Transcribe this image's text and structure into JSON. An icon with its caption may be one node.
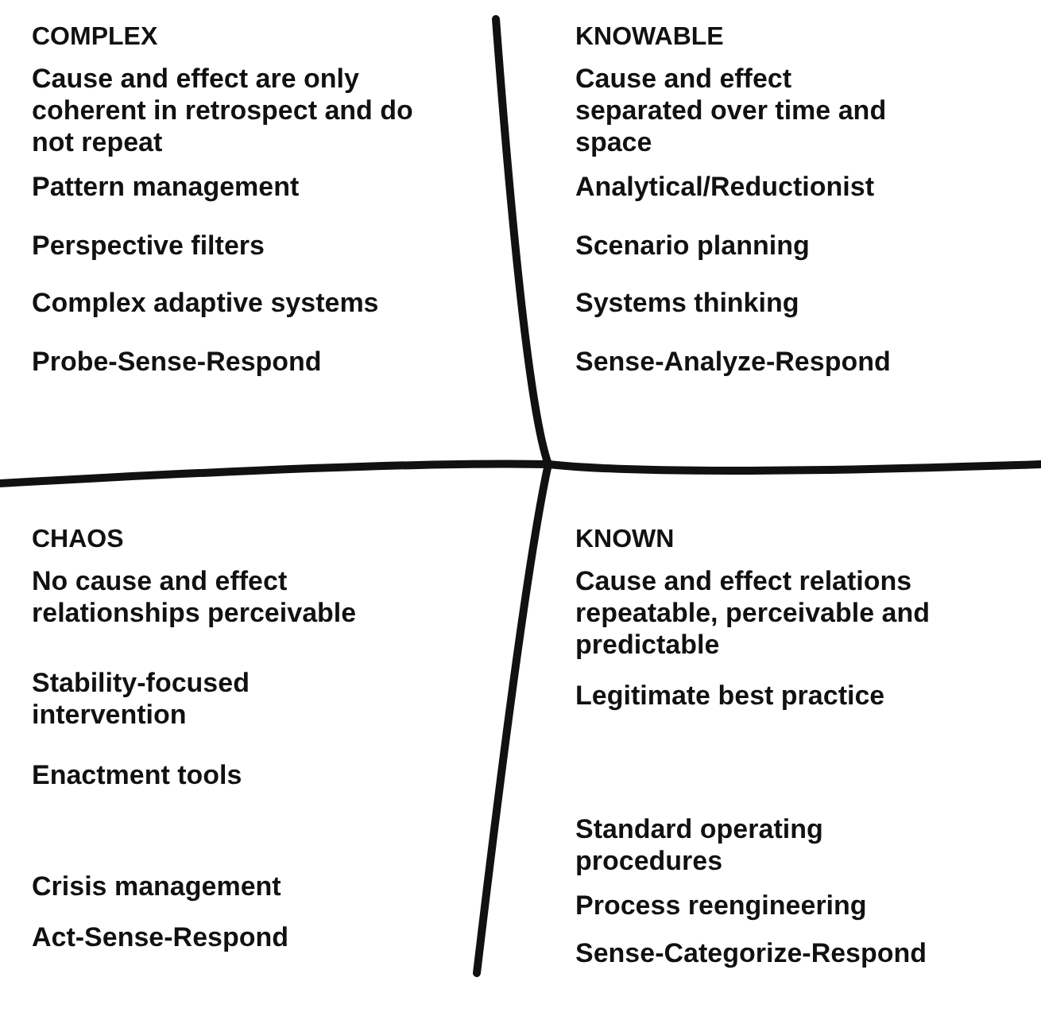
{
  "diagram": {
    "labels": [
      "COMPLEX",
      "Cause and effect are only coherent in retrospect and do not repeat",
      "Pattern management",
      "Perspective filters",
      "Complex adaptive systems",
      "Probe-Sense-Respond",
      "KNOWABLE",
      "Cause and effect separated over time and space",
      "Analytical/Reductionist",
      "Scenario planning",
      "Systems thinking",
      "Sense-Analyze-Respond",
      "CHAOS",
      "No cause and effect relationships perceivable",
      "Stability-focused intervention",
      "Enactment tools",
      "Crisis management",
      "Act-Sense-Respond",
      "KNOWN",
      "Cause and effect relations repeatable, perceivable and predictable",
      "Legitimate best practice",
      "Standard operating procedures",
      "Process reengineering",
      "Sense-Categorize-Respond"
    ]
  }
}
